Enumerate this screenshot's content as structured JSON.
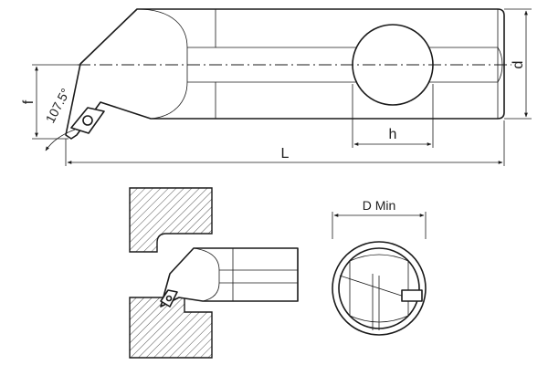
{
  "labels": {
    "dim_d": "d",
    "dim_f": "f",
    "dim_h": "h",
    "dim_L": "L",
    "angle": "107.5°",
    "dim_D_min": "D Min"
  },
  "colors": {
    "line": "#1a1a1a",
    "background": "#ffffff",
    "hatch": "#555555"
  }
}
